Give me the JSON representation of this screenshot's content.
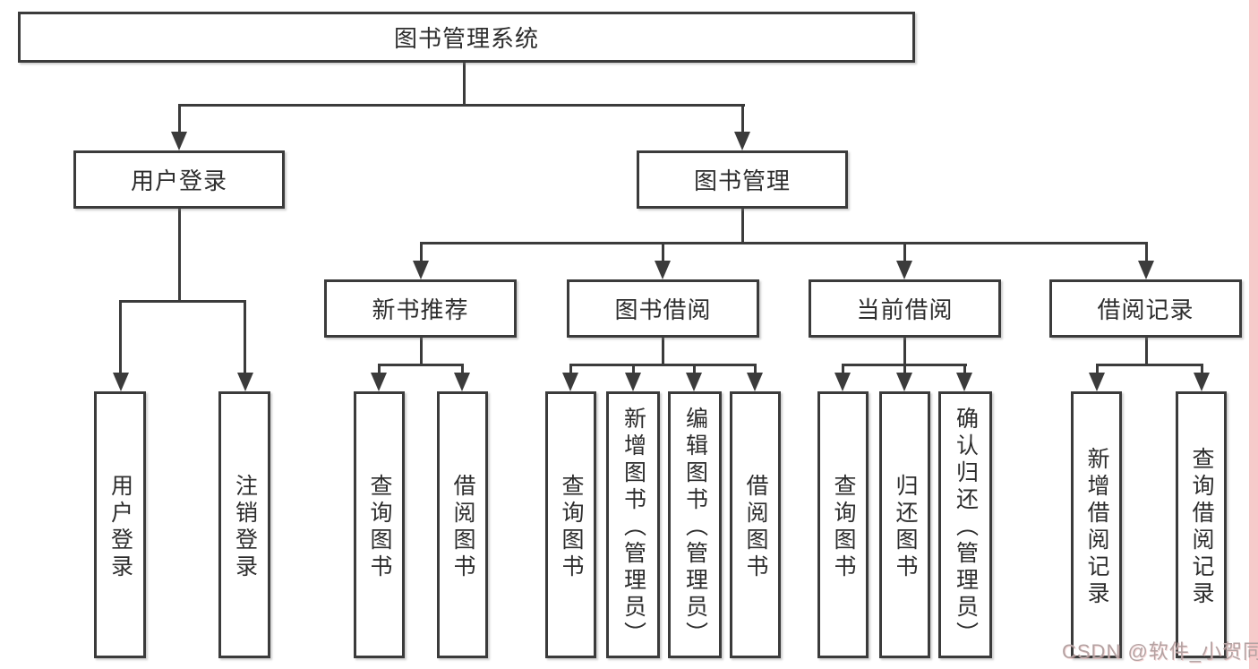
{
  "tree": {
    "root": {
      "label": "图书管理系统"
    },
    "branches": [
      {
        "label": "用户登录",
        "children": [
          {
            "label": "用户登录"
          },
          {
            "label": "注销登录"
          }
        ]
      },
      {
        "label": "图书管理",
        "children": [
          {
            "label": "新书推荐",
            "children": [
              {
                "label": "查询图书"
              },
              {
                "label": "借阅图书"
              }
            ]
          },
          {
            "label": "图书借阅",
            "children": [
              {
                "label": "查询图书"
              },
              {
                "label": "新增图书（管理员）"
              },
              {
                "label": "编辑图书（管理员）"
              },
              {
                "label": "借阅图书"
              }
            ]
          },
          {
            "label": "当前借阅",
            "children": [
              {
                "label": "查询图书"
              },
              {
                "label": "归还图书"
              },
              {
                "label": "确认归还（管理员）"
              }
            ]
          },
          {
            "label": "借阅记录",
            "children": [
              {
                "label": "新增借阅记录"
              },
              {
                "label": "查询借阅记录"
              }
            ]
          }
        ]
      }
    ]
  },
  "watermark": {
    "text": "CSDN @软件_小贺同学"
  },
  "colors": {
    "line": "#3b3b3b",
    "box_border": "#3b3b3b",
    "box_background": "#ffffff",
    "page_background": "#ffffff",
    "edge_strip": "#f6caca",
    "watermark_text": "#b3a2a2"
  }
}
